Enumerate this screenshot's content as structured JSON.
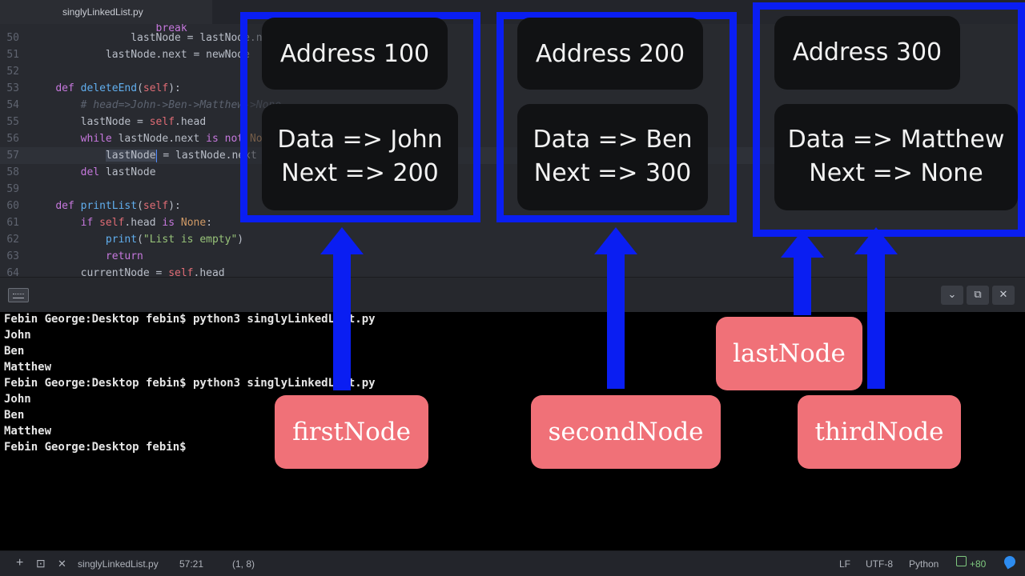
{
  "editor": {
    "tab_label": "singlyLinkedList.py",
    "lines": [
      {
        "num": "50",
        "indent": "                ",
        "text": "lastNode = lastNode.next"
      },
      {
        "num": "51",
        "indent": "            ",
        "text": "lastNode.next = newNode"
      },
      {
        "num": "52",
        "indent": "",
        "text": ""
      },
      {
        "num": "53",
        "indent": "    ",
        "text": "def deleteEnd(self):"
      },
      {
        "num": "54",
        "indent": "        ",
        "text": "# head=>John->Ben->Matthew->None"
      },
      {
        "num": "55",
        "indent": "        ",
        "text": "lastNode = self.head"
      },
      {
        "num": "56",
        "indent": "        ",
        "text": "while lastNode.next is not None:"
      },
      {
        "num": "57",
        "indent": "            ",
        "text": "lastNode = lastNode.next"
      },
      {
        "num": "58",
        "indent": "        ",
        "text": "del lastNode"
      },
      {
        "num": "59",
        "indent": "",
        "text": ""
      },
      {
        "num": "60",
        "indent": "    ",
        "text": "def printList(self):"
      },
      {
        "num": "61",
        "indent": "        ",
        "text": "if self.head is None:"
      },
      {
        "num": "62",
        "indent": "            ",
        "text": "print(\"List is empty\")"
      },
      {
        "num": "63",
        "indent": "            ",
        "text": "return"
      },
      {
        "num": "64",
        "indent": "        ",
        "text": "currentNode = self.head"
      }
    ],
    "partial_top_text": "break"
  },
  "terminal": {
    "lines": [
      "Febin George:Desktop febin$ python3 singlyLinkedList.py",
      "John",
      "Ben",
      "Matthew",
      "Febin George:Desktop febin$ python3 singlyLinkedList.py",
      "John",
      "Ben",
      "Matthew",
      "Febin George:Desktop febin$"
    ],
    "header_buttons": {
      "collapse": "⌄",
      "maximize": "⧉",
      "close": "✕"
    }
  },
  "statusbar": {
    "add": "+",
    "terminal_icon": "⊡",
    "close": "✕",
    "filename": "singlyLinkedList.py",
    "cursor_pos": "57:21",
    "selection": "(1, 8)",
    "line_ending": "LF",
    "encoding": "UTF-8",
    "grammar": "Python",
    "git_badge": "+80"
  },
  "diagram": {
    "nodes": [
      {
        "address": "Address 100",
        "data": "Data => John",
        "next": "Next => 200"
      },
      {
        "address": "Address 200",
        "data": "Data => Ben",
        "next": "Next => 300"
      },
      {
        "address": "Address 300",
        "data": "Data => Matthew",
        "next": "Next => None"
      }
    ],
    "labels": {
      "first": "firstNode",
      "second": "secondNode",
      "third": "thirdNode",
      "last": "lastNode"
    },
    "accent_color": "#0a1ef2",
    "label_color": "#f07178"
  }
}
